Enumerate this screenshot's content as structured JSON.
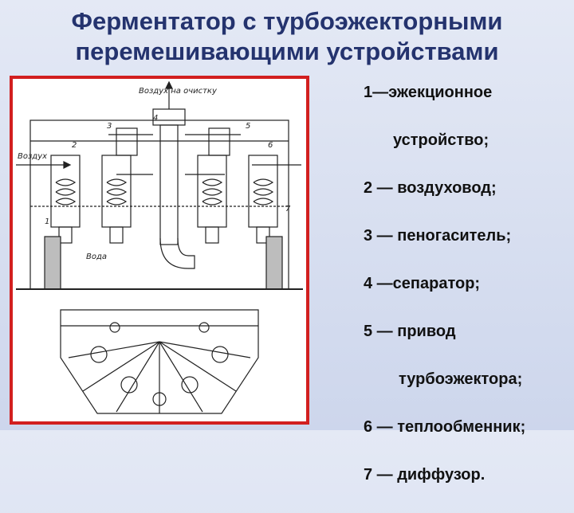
{
  "slide": {
    "title_line1": "Ферментатор с турбоэжекторными",
    "title_line2": "перемешивающими  устройствами"
  },
  "figure": {
    "labels": {
      "air_to_cleaning": "Воздух на очистку",
      "air": "Воздух",
      "water": "Вода",
      "n1": "1",
      "n2": "2",
      "n3": "3",
      "n4": "4",
      "n5": "5",
      "n6": "6",
      "n7": "7"
    }
  },
  "legend": {
    "item1_a": "1—эжекционное",
    "item1_b": "устройство;",
    "item2": "2 — воздуховод;",
    "item3": "3 — пеногаситель;",
    "item4": "4 —сепаратор;",
    "item5_a": "5 — привод",
    "item5_b": "турбоэжектора;",
    "item6": "6 — теплообменник;",
    "item7": "7 — диффузор."
  }
}
